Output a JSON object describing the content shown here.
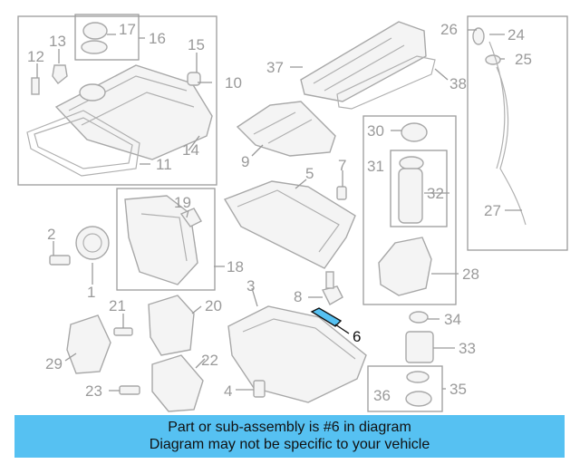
{
  "callouts": {
    "c1": "1",
    "c2": "2",
    "c3": "3",
    "c4": "4",
    "c5": "5",
    "c6": "6",
    "c7": "7",
    "c8": "8",
    "c9": "9",
    "c10": "10",
    "c11": "11",
    "c12": "12",
    "c13": "13",
    "c14": "14",
    "c15": "15",
    "c16": "16",
    "c17": "17",
    "c18": "18",
    "c19": "19",
    "c20": "20",
    "c21": "21",
    "c22": "22",
    "c23": "23",
    "c24": "24",
    "c25": "25",
    "c26": "26",
    "c27": "27",
    "c28": "28",
    "c29": "29",
    "c30": "30",
    "c31": "31",
    "c32": "32",
    "c33": "33",
    "c34": "34",
    "c35": "35",
    "c36": "36",
    "c37": "37",
    "c38": "38"
  },
  "highlight": {
    "part": "6",
    "color": "#56c1f2"
  },
  "banner": {
    "line1": "Part or sub-assembly is #6 in diagram",
    "line2": "Diagram may not be specific to your vehicle",
    "background": "#56c1f2"
  }
}
